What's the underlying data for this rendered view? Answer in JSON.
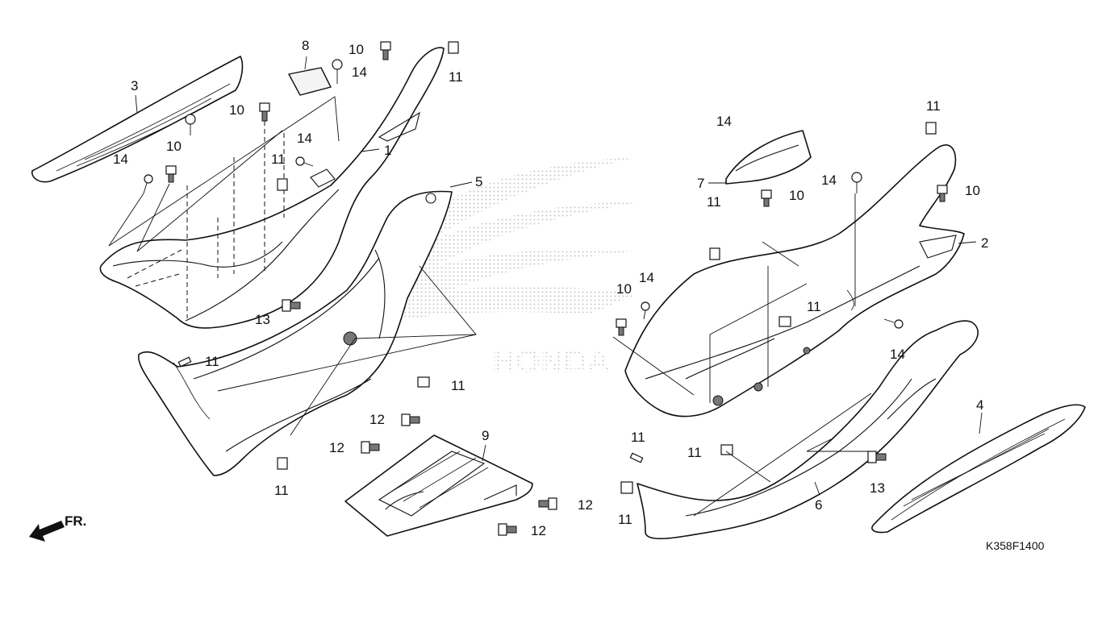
{
  "diagram": {
    "callouts": {
      "c1": "1",
      "c2": "2",
      "c3": "3",
      "c4": "4",
      "c5": "5",
      "c6": "6",
      "c7": "7",
      "c8": "8",
      "c9": "9",
      "c10": "10",
      "c11": "11",
      "c12": "12",
      "c13": "13",
      "c14": "14"
    },
    "direction_label": "FR.",
    "watermark_text": "HONDA",
    "diagram_code": "K358F1400",
    "colors": {
      "line": "#111111",
      "fill": "#ffffff",
      "shade": "#bdbdbd"
    }
  }
}
